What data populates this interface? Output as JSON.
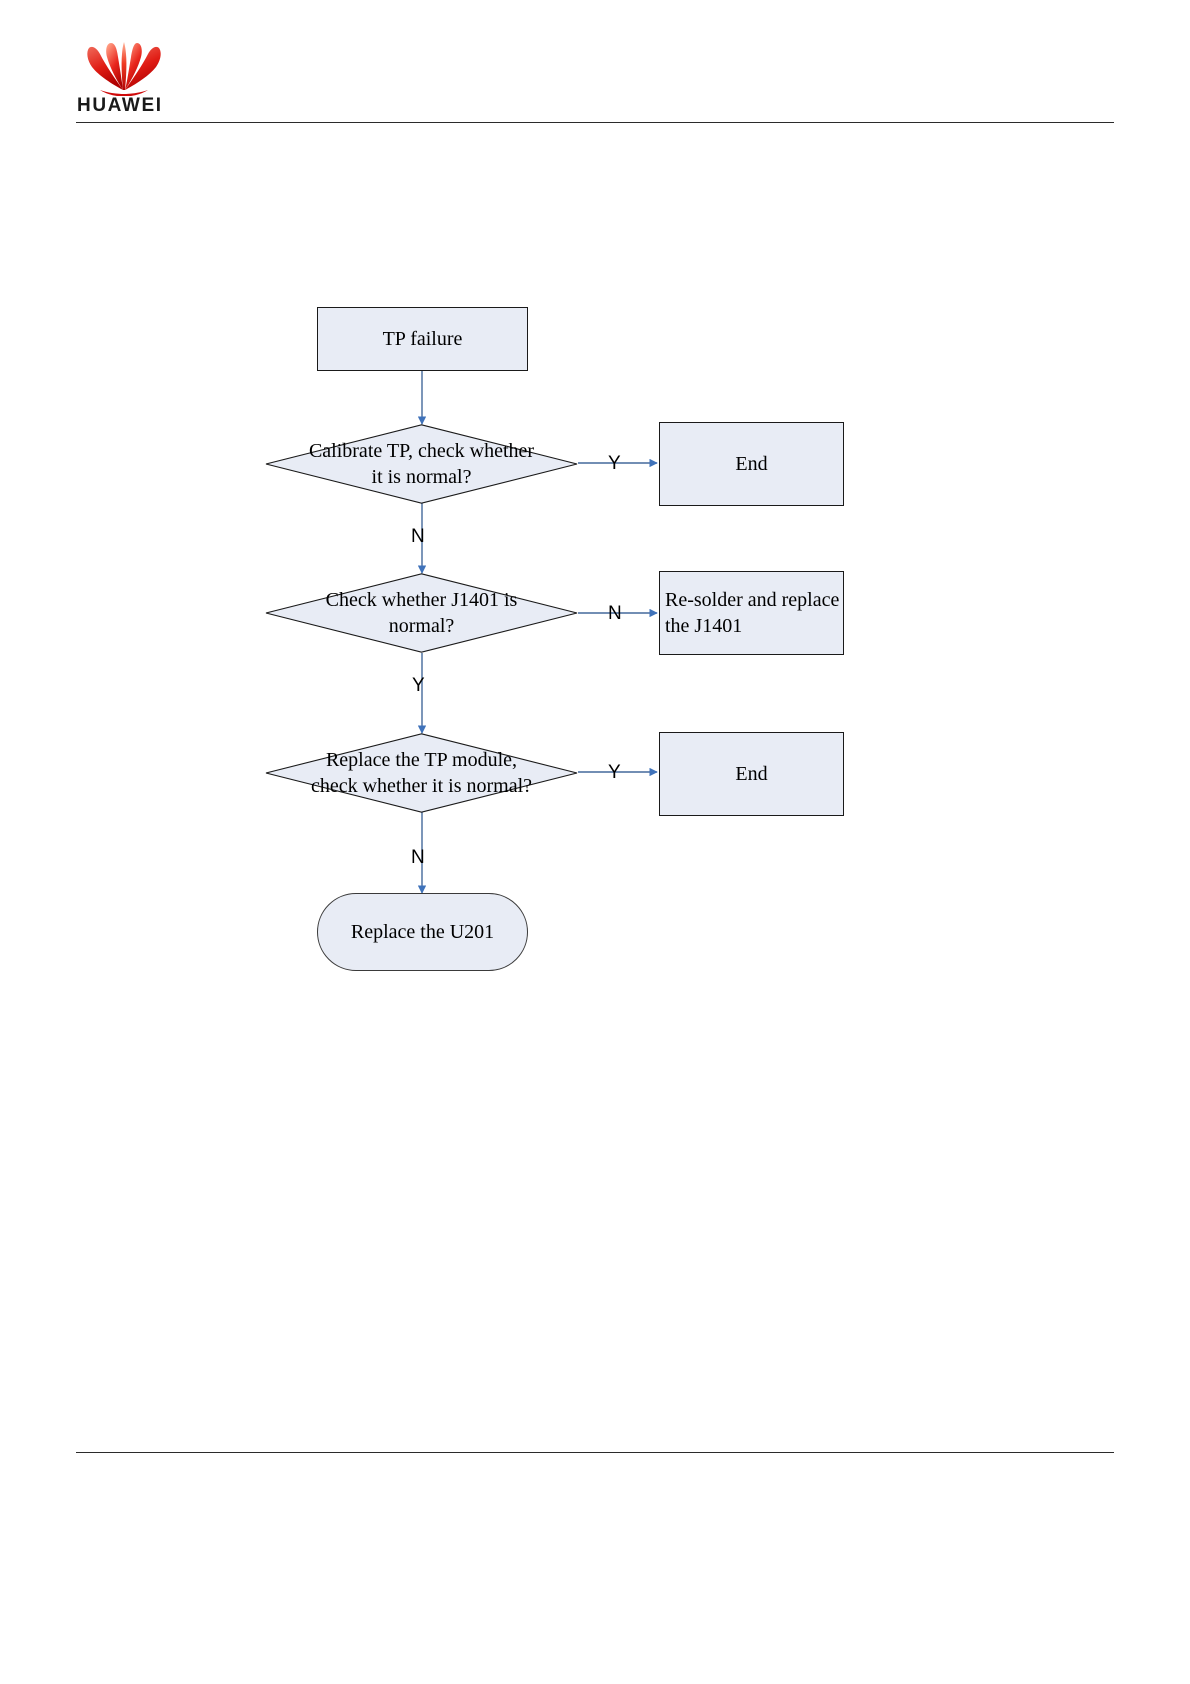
{
  "header": {
    "logo_name": "huawei-logo",
    "wordmark": "HUAWEI",
    "logo_color": "#e00000"
  },
  "theme": {
    "node_fill": "#e8ecf5",
    "node_stroke": "#1a1a1a",
    "connector_color": "#44699b",
    "arrow_color": "#3f72ba",
    "text_color": "#000000"
  },
  "flowchart": {
    "title": "TP failure troubleshooting flowchart",
    "nodes": [
      {
        "id": "start",
        "type": "process",
        "text": "TP failure"
      },
      {
        "id": "d1",
        "type": "decision",
        "line1": "Calibrate TP, check whether",
        "line2": "it  is normal?"
      },
      {
        "id": "end1",
        "type": "process",
        "text": "End"
      },
      {
        "id": "d2",
        "type": "decision",
        "line1": "Check whether J1401  is",
        "line2": "normal?"
      },
      {
        "id": "resolder",
        "type": "process",
        "line1": "Re-solder and replace",
        "line2": "the J1401"
      },
      {
        "id": "d3",
        "type": "decision",
        "line1": "Replace the TP module,",
        "line2": "check whether it is normal?"
      },
      {
        "id": "end2",
        "type": "process",
        "text": "End"
      },
      {
        "id": "u201",
        "type": "terminator",
        "text": "Replace the U201"
      }
    ],
    "edges": [
      {
        "id": "e1",
        "from": "start",
        "to": "d1",
        "label": ""
      },
      {
        "id": "e2",
        "from": "d1",
        "to": "end1",
        "label": "Y"
      },
      {
        "id": "e3",
        "from": "d1",
        "to": "d2",
        "label": "N"
      },
      {
        "id": "e4",
        "from": "d2",
        "to": "resolder",
        "label": "N"
      },
      {
        "id": "e5",
        "from": "d2",
        "to": "d3",
        "label": "Y"
      },
      {
        "id": "e6",
        "from": "d3",
        "to": "end2",
        "label": "Y"
      },
      {
        "id": "e7",
        "from": "d3",
        "to": "u201",
        "label": "N"
      }
    ]
  }
}
